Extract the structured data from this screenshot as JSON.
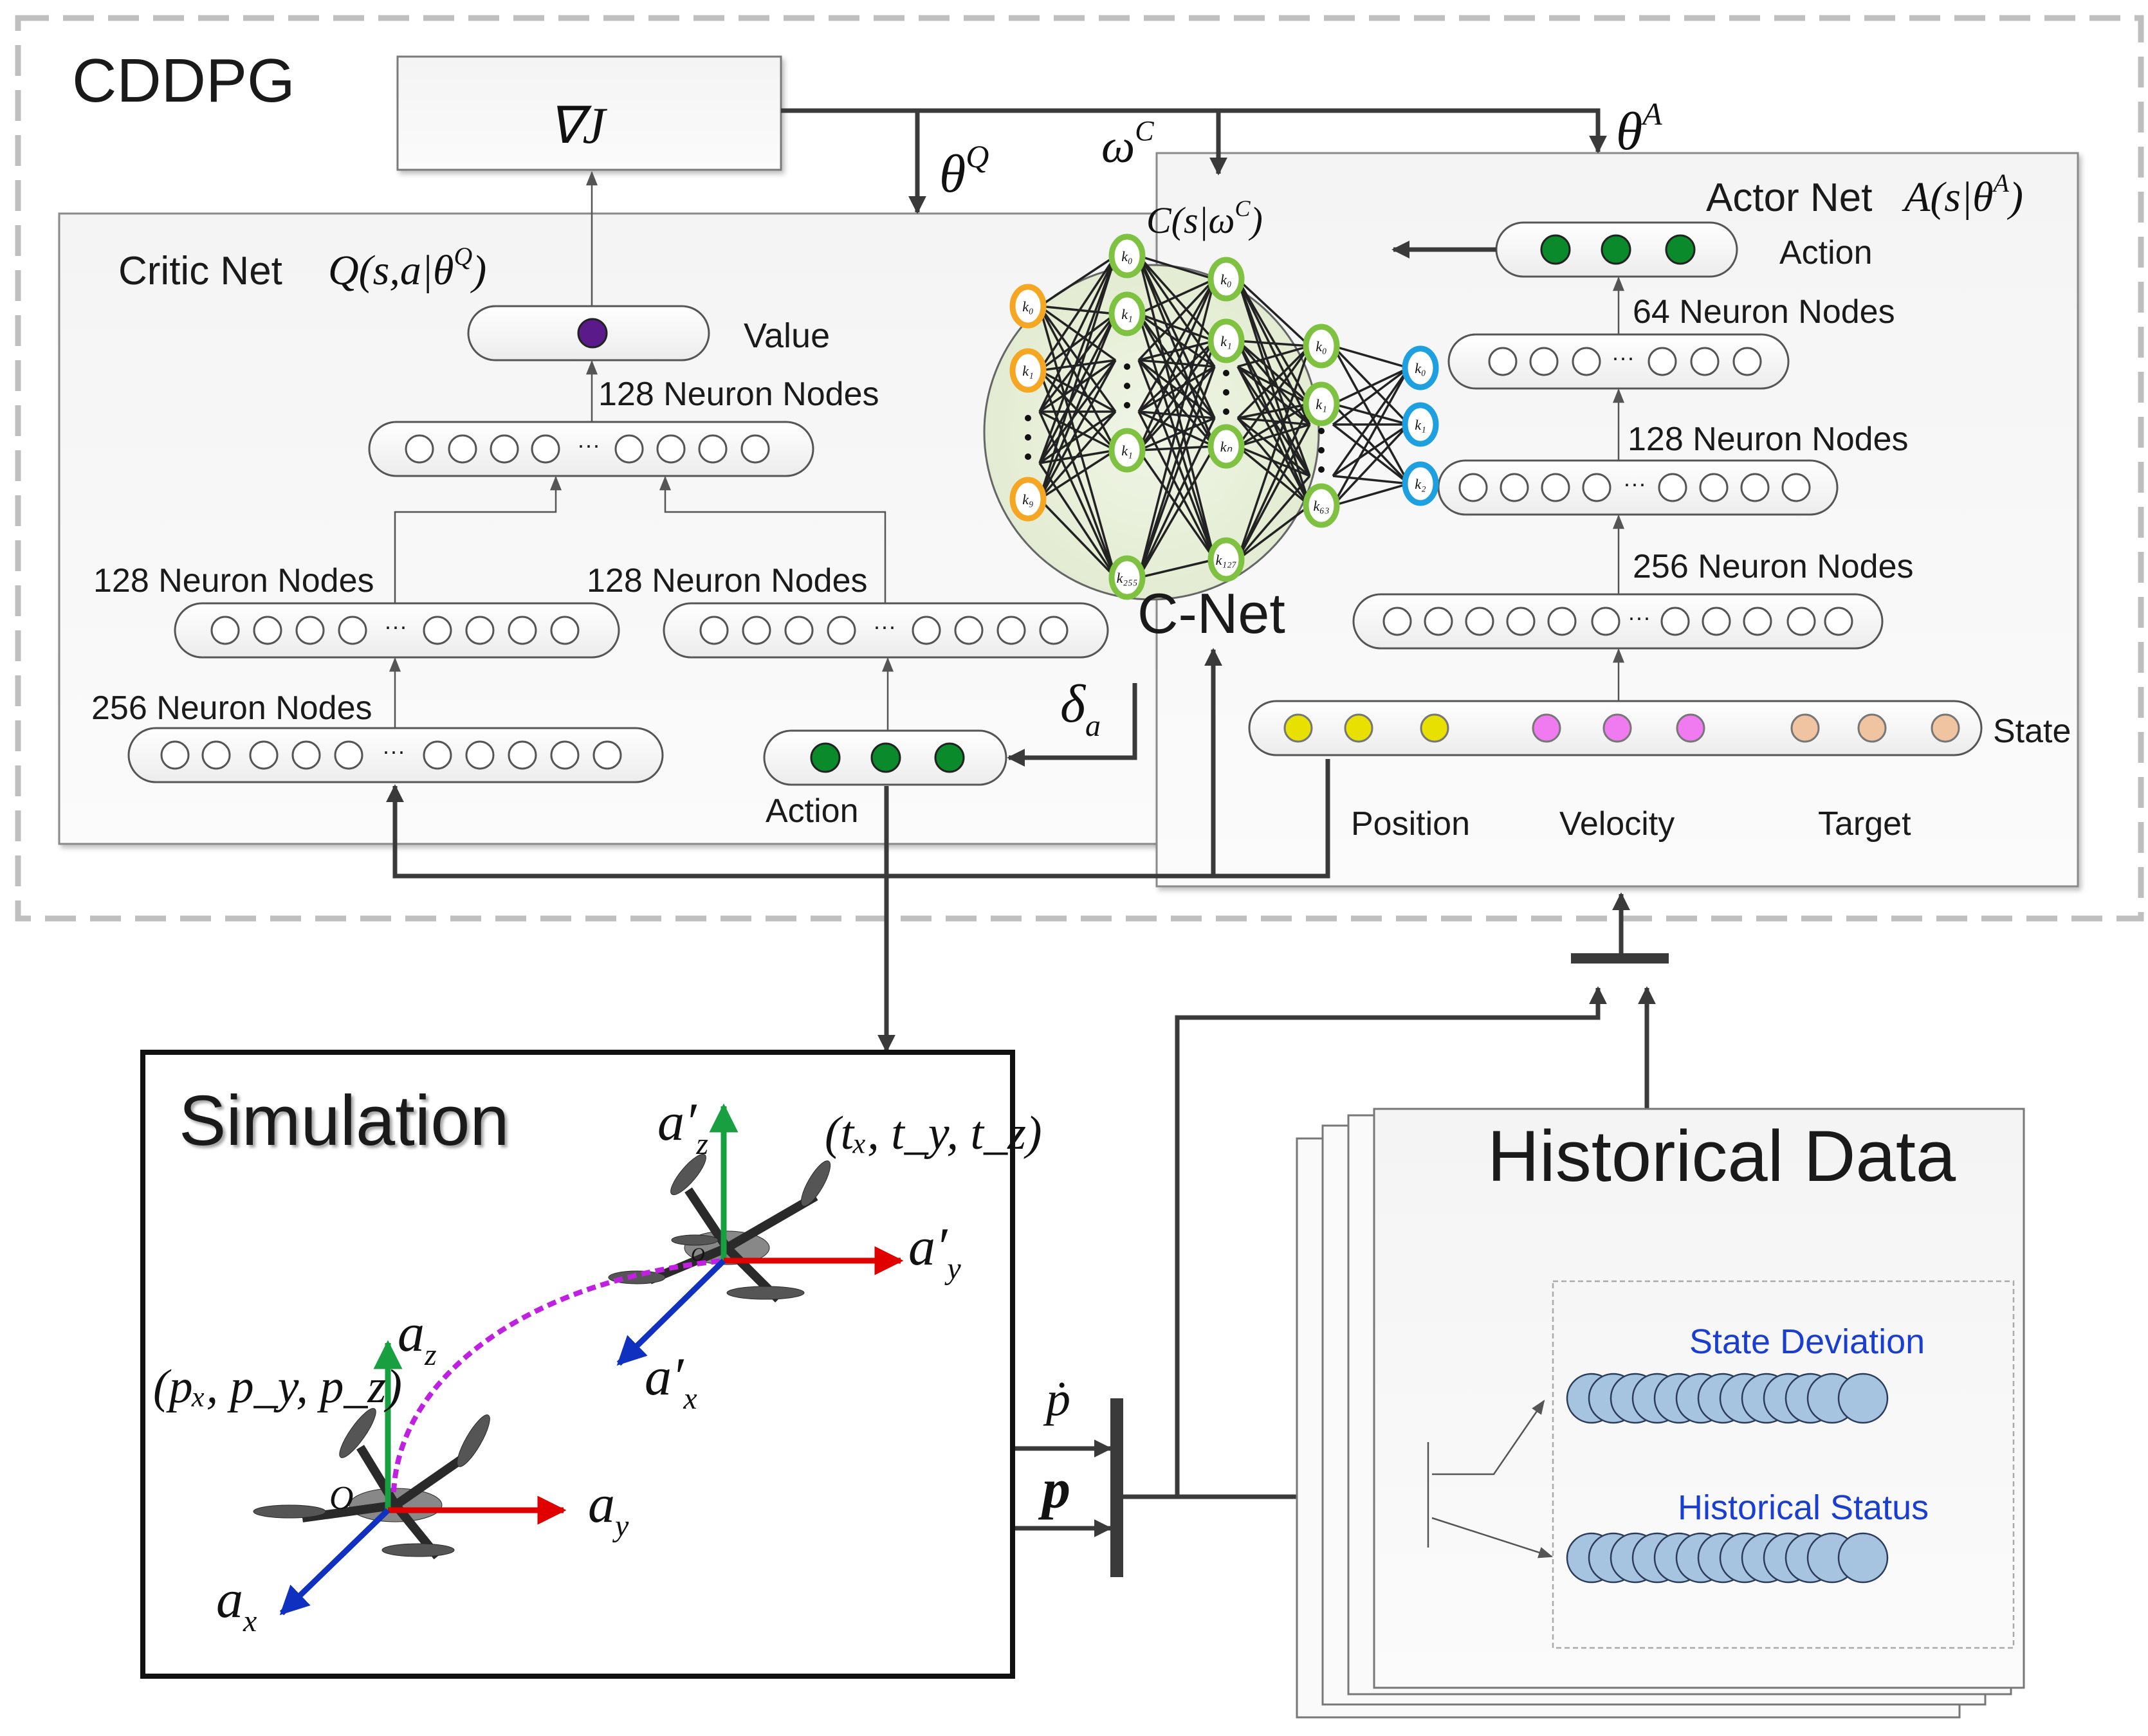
{
  "cddpg": {
    "title": "CDDPG"
  },
  "grad": {
    "label": "∇J"
  },
  "params": {
    "theta_q": "θ",
    "theta_q_sup": "Q",
    "omega_c": "ω",
    "omega_c_sup": "C",
    "theta_a": "θ",
    "theta_a_sup": "A",
    "delta": "δ",
    "delta_sub": "a"
  },
  "critic": {
    "title": "Critic Net",
    "formula": "Q(s,a|θ",
    "formula_sup": "Q",
    "formula_end": ")",
    "value_label": "Value",
    "top_hidden_label": "128 Neuron Nodes",
    "state_branch_label": "128 Neuron Nodes",
    "action_branch_label": "128 Neuron Nodes",
    "input_layer_label": "256 Neuron Nodes",
    "action_label": "Action",
    "dots": "···"
  },
  "cnet": {
    "label": "C-Net",
    "formula": "C(s|ω",
    "formula_sup": "C",
    "formula_end": ")",
    "in_nodes": [
      "k₀",
      "k₁",
      "k₉"
    ],
    "h1_nodes": [
      "k₀",
      "k₁",
      "k₁",
      "k₂₅₅"
    ],
    "h2_nodes": [
      "k₀",
      "k₁",
      "kₙ",
      "k₁₂₇"
    ],
    "h3_nodes": [
      "k₀",
      "k₁",
      "k₆₃"
    ],
    "out_nodes": [
      "k₀",
      "k₁",
      "k₂"
    ]
  },
  "actor": {
    "title": "Actor Net",
    "formula": "A(s|θ",
    "formula_sup": "A",
    "formula_end": ")",
    "action_label": "Action",
    "layer64_label": "64 Neuron Nodes",
    "layer128_label": "128 Neuron Nodes",
    "layer256_label": "256 Neuron Nodes",
    "state_label": "State",
    "position_label": "Position",
    "velocity_label": "Velocity",
    "target_label": "Target"
  },
  "simulation": {
    "title": "Simulation",
    "target_coord": "(tₓ, t_y, t_z)",
    "start_coord": "(pₓ, p_y, p_z)",
    "az_prime": "a′",
    "az_prime_sub": "z",
    "ay_prime": "a′",
    "ay_prime_sub": "y",
    "ax_prime": "a′",
    "ax_prime_sub": "x",
    "az": "a",
    "az_sub": "z",
    "ay": "a",
    "ay_sub": "y",
    "ax": "a",
    "ax_sub": "x",
    "origin": "O",
    "origin_small": "O"
  },
  "signals": {
    "p_dot": "ṗ",
    "p": "p"
  },
  "historical": {
    "title": "Historical Data",
    "state_deviation": "State Deviation",
    "historical_status": "Historical Status"
  },
  "colors": {
    "yellow": "#e8e000",
    "magenta": "#f07af0",
    "peach": "#f0c4a0",
    "green": "#0a8a2a",
    "purple": "#5a1a8a",
    "orange": "#f5a623",
    "nodegreen": "#7fc241",
    "blue": "#1ea0e0",
    "hist": "#a6c4e0",
    "red": "#e00000",
    "axgreen": "#18a040",
    "axblue": "#1030c0",
    "path": "#c020e0",
    "bluetext": "#1a3fd0"
  }
}
